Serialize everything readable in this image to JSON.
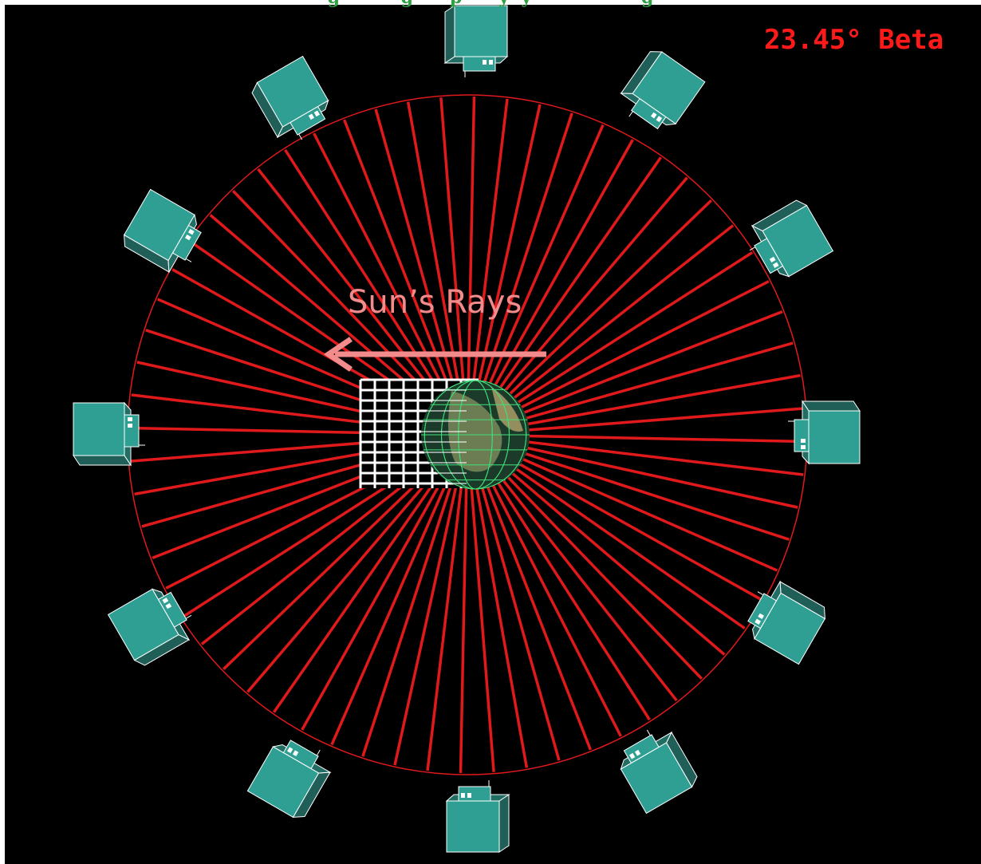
{
  "header": {
    "banner_text": "g          g      p      y  y                  g"
  },
  "beta_label": "23.45° Beta",
  "sun_label": "Sun’s Rays",
  "colors": {
    "background": "#000000",
    "orbit_ring": "#e0191b",
    "rays": "#e0191b",
    "spacecraft_body": "#2f9f93",
    "spacecraft_dark": "#1f5f57",
    "spacecraft_edge": "#ffffff",
    "arrow": "#f28b8b",
    "earth_ocean": "#1b3a2a",
    "earth_land": "#7a8a5a",
    "earth_grid": "#3fe07a",
    "shadow_grid": "#ffffff",
    "beta_text": "#ff1a1a",
    "banner_text": "#2ea043"
  },
  "icons": {
    "spacecraft": "spacecraft-icon",
    "earth": "earth-globe-icon",
    "arrow": "arrow-left-icon"
  }
}
